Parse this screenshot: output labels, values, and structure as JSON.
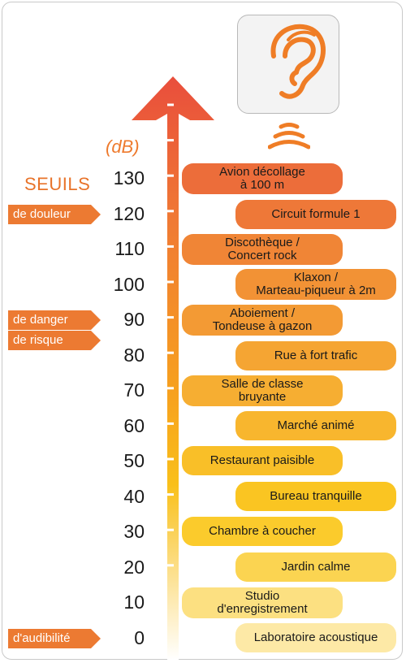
{
  "unit_label": "(dB)",
  "thresholds_title": "SEUILS",
  "ear_icon": "ear-icon",
  "sound_waves_icon": "sound-waves-icon",
  "colors": {
    "accent": "#ec7a32",
    "arrow_top": "#e94e3c",
    "arrow_mid": "#f7a21e",
    "arrow_bottom": "#ffffff"
  },
  "scale": [
    "130",
    "120",
    "110",
    "100",
    "90",
    "80",
    "70",
    "60",
    "50",
    "40",
    "30",
    "20",
    "10",
    "0"
  ],
  "thresholds": [
    {
      "id": "pain",
      "label": "de douleur"
    },
    {
      "id": "danger",
      "label": "de danger"
    },
    {
      "id": "risk",
      "label": "de risque"
    },
    {
      "id": "audibility",
      "label": "d'audibilité"
    }
  ],
  "sources": [
    {
      "db": 130,
      "label": "Avion décollage\nà 100 m",
      "color": "#ec6d3a"
    },
    {
      "db": 120,
      "label": "Circuit formule 1",
      "color": "#ee7838"
    },
    {
      "db": 110,
      "label": "Discothèque /\nConcert rock",
      "color": "#f08536"
    },
    {
      "db": 100,
      "label": "Klaxon /\nMarteau-piqueur à 2m",
      "color": "#f29235"
    },
    {
      "db": 90,
      "label": "Aboiement /\nTondeuse à gazon",
      "color": "#f39a34"
    },
    {
      "db": 80,
      "label": "Rue à fort trafic",
      "color": "#f5a533"
    },
    {
      "db": 70,
      "label": "Salle de classe\nbruyante",
      "color": "#f6ae32"
    },
    {
      "db": 60,
      "label": "Marché animé",
      "color": "#f8b62e"
    },
    {
      "db": 50,
      "label": "Restaurant paisible",
      "color": "#f9bf28"
    },
    {
      "db": 40,
      "label": "Bureau tranquille",
      "color": "#fac522"
    },
    {
      "db": 30,
      "label": "Chambre à coucher",
      "color": "#fbcb2c"
    },
    {
      "db": 20,
      "label": "Jardin calme",
      "color": "#fbd451"
    },
    {
      "db": 10,
      "label": "Studio\nd'enregistrement",
      "color": "#fce081"
    },
    {
      "db": 0,
      "label": "Laboratoire acoustique",
      "color": "#fde9a6"
    }
  ]
}
